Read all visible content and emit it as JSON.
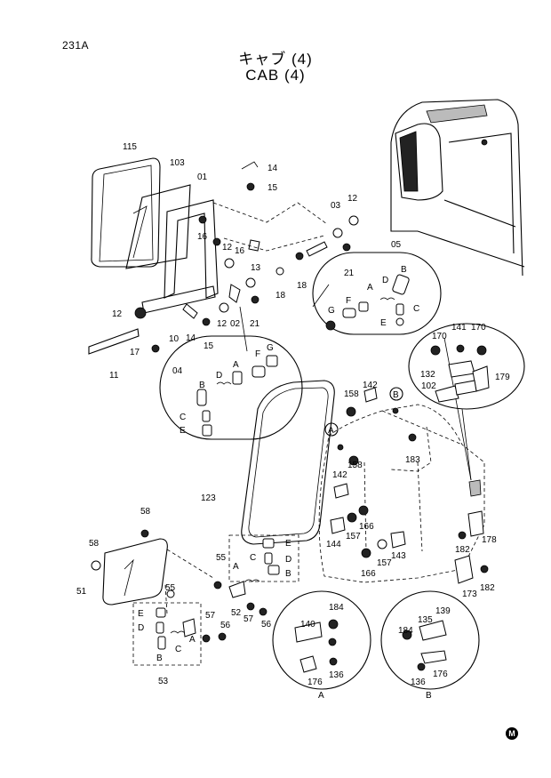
{
  "header": {
    "page_number": "231A",
    "title_jp": "キャブ (4)",
    "title_en": "CAB (4)"
  },
  "callouts": {
    "c115": "115",
    "c103": "103",
    "c01": "01",
    "c14a": "14",
    "c15a": "15",
    "c16a": "16",
    "c16b": "16",
    "c12a": "12",
    "c13": "13",
    "c03": "03",
    "c12b": "12",
    "c21a": "21",
    "c18a": "18",
    "c18b": "18",
    "c05": "05",
    "c12c": "12",
    "c14b": "14",
    "c10": "10",
    "c15b": "15",
    "c12d": "12",
    "c02": "02",
    "c21b": "21",
    "c17": "17",
    "c11": "11",
    "c04": "04",
    "c170a": "170",
    "c141": "141",
    "c170b": "170",
    "c132": "132",
    "c179": "179",
    "c102": "102",
    "c142a": "142",
    "c158a": "158",
    "c183": "183",
    "c158b": "158",
    "c142b": "142",
    "c123": "123",
    "c166a": "166",
    "c157a": "157",
    "c144": "144",
    "c143": "143",
    "c157b": "157",
    "c166b": "166",
    "c178": "178",
    "c182a": "182",
    "c182b": "182",
    "c173": "173",
    "c58a": "58",
    "c58b": "58",
    "c51": "51",
    "c55a": "55",
    "c55b": "55",
    "c52": "52",
    "c57a": "57",
    "c56a": "56",
    "c57b": "57",
    "c56b": "56",
    "c53": "53",
    "c184a": "184",
    "c140": "140",
    "c136a": "136",
    "c176a": "176",
    "c139": "139",
    "c135": "135",
    "c184b": "184",
    "c176b": "176",
    "c136b": "136"
  },
  "letters": {
    "A": "A",
    "B": "B",
    "C": "C",
    "D": "D",
    "E": "E",
    "F": "F",
    "G": "G"
  },
  "detail_labels": {
    "circle_a": "A",
    "circle_b": "B",
    "view_a": "A",
    "view_b": "B"
  },
  "badge": "M"
}
